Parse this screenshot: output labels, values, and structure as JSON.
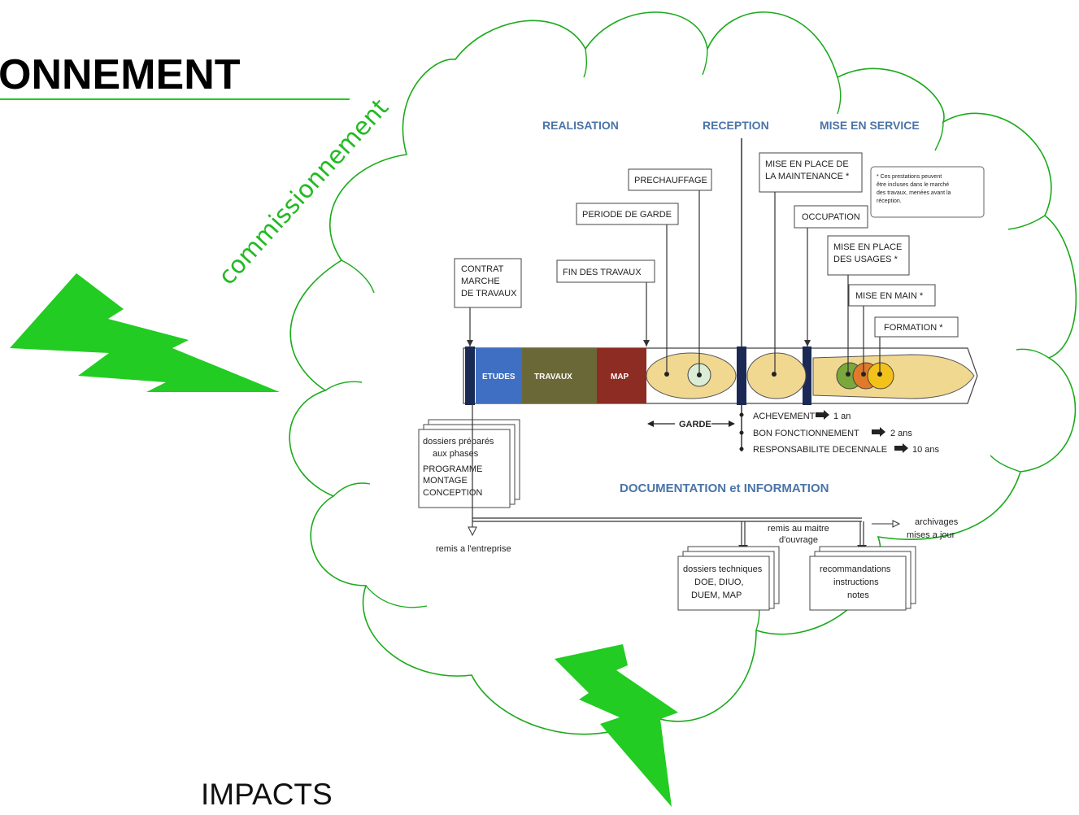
{
  "slide": {
    "title_fragment": "ONNEMENT",
    "handwritten": "commissionnement",
    "footer": "IMPACTS"
  },
  "colors": {
    "accent_green": "#22cc22",
    "cloud_stroke": "#1aaa1a",
    "heading_blue": "#4a74a8",
    "etudes": "#3f6fc2",
    "travaux": "#6b6838",
    "map": "#8c2c22",
    "ellipse": "#f1d890"
  },
  "diagram": {
    "headers": {
      "realisation": "REALISATION",
      "reception": "RECEPTION",
      "mise_en_service": "MISE EN SERVICE"
    },
    "boxes": {
      "contrat": [
        "CONTRAT",
        "MARCHE",
        "DE TRAVAUX"
      ],
      "fin_travaux": "FIN DES TRAVAUX",
      "periode_garde": "PERIODE DE GARDE",
      "prechauffage": "PRECHAUFFAGE",
      "maintenance": [
        "MISE EN PLACE DE",
        "LA MAINTENANCE *"
      ],
      "occupation": "OCCUPATION",
      "usages": [
        "MISE EN PLACE",
        "DES USAGES *"
      ],
      "mise_en_main": "MISE EN MAIN *",
      "formation": "FORMATION *"
    },
    "note": [
      "* Ces prestations peuvent",
      "être incluses dans le marché",
      "des travaux, menées avant la",
      "réception."
    ],
    "phases": {
      "etudes": "ETUDES",
      "travaux": "TRAVAUX",
      "map": "MAP"
    },
    "garde": "GARDE",
    "guarantees": [
      {
        "label": "ACHEVEMENT",
        "duration": "1 an"
      },
      {
        "label": "BON FONCTIONNEMENT",
        "duration": "2 ans"
      },
      {
        "label": "RESPONSABILITE DECENNALE",
        "duration": "10 ans"
      }
    ],
    "dossiers_prepares": [
      "dossiers préparés",
      "aux phases",
      "PROGRAMME",
      "MONTAGE",
      "CONCEPTION"
    ],
    "documentation_title": "DOCUMENTATION et INFORMATION",
    "remis_entreprise": "remis a l'entreprise",
    "remis_maitre": [
      "remis au maitre",
      "d'ouvrage"
    ],
    "archivages": [
      "archivages",
      "mises a jour"
    ],
    "dossiers_techniques": [
      "dossiers techniques",
      "DOE, DIUO,",
      "DUEM, MAP"
    ],
    "recommandations": [
      "recommandations",
      "instructions",
      "notes"
    ]
  }
}
